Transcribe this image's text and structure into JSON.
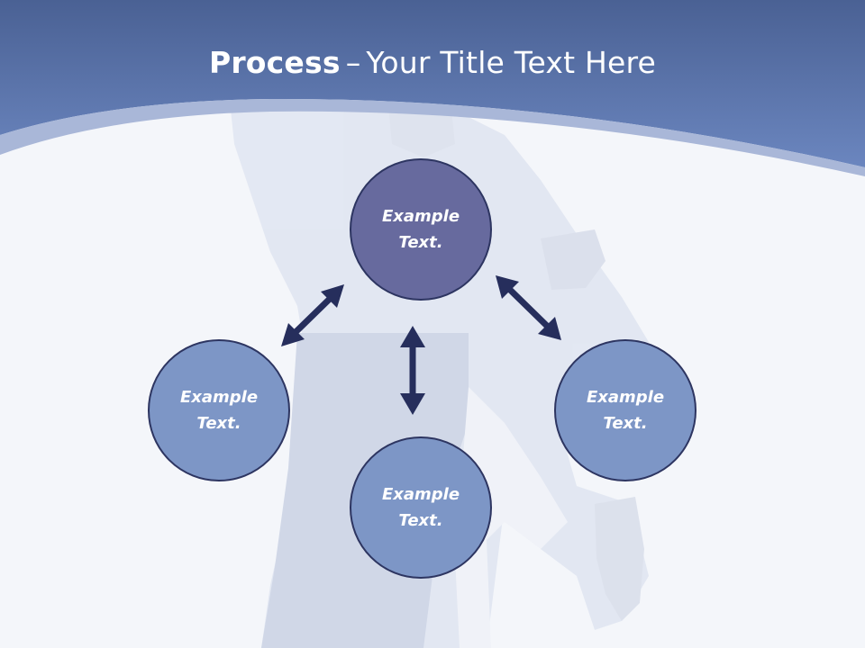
{
  "slide": {
    "title_bold": "Process",
    "title_sep": "–",
    "title_rest": "Your Title Text Here"
  },
  "nodes": {
    "top": "Example\nText.",
    "left": "Example\nText.",
    "right": "Example\nText.",
    "bottom": "Example\nText."
  },
  "colors": {
    "header_top": "#4a6194",
    "header_bottom": "#6b86bf",
    "node_primary": "#676a9e",
    "node_secondary": "#7d96c6",
    "node_border": "#2d3561",
    "arrow": "#262e5c"
  }
}
